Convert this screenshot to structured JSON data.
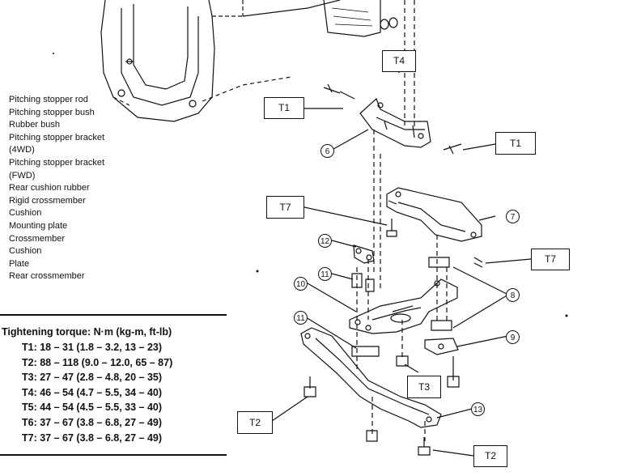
{
  "legend": [
    "Pitching stopper rod",
    "Pitching stopper bush",
    "Rubber bush",
    "Pitching stopper bracket",
    "(4WD)",
    "Pitching stopper bracket",
    "(FWD)",
    "Rear cushion rubber",
    "Rigid crossmember",
    "Cushion",
    "Mounting plate",
    "Crossmember",
    "Cushion",
    "Plate",
    "Rear crossmember"
  ],
  "torque": {
    "title": "Tightening torque: N·m (kg-m, ft-lb)",
    "rows": [
      "T1: 18 – 31 (1.8 – 3.2, 13 – 23)",
      "T2: 88 – 118 (9.0 – 12.0, 65 – 87)",
      "T3: 27 – 47 (2.8 – 4.8, 20 – 35)",
      "T4: 46 – 54 (4.7 – 5.5, 34 – 40)",
      "T5: 44 – 54 (4.5 – 5.5, 33 – 40)",
      "T6: 37 – 67 (3.8 – 6.8, 27 – 49)",
      "T7: 37 – 67 (3.8 – 6.8, 27 – 49)"
    ]
  },
  "torque_labels": {
    "t4": "T4",
    "t1_left": "T1",
    "t1_right": "T1",
    "t7_left": "T7",
    "t7_right": "T7",
    "t3": "T3",
    "t2_left": "T2",
    "t2_bottom": "T2"
  },
  "parts": {
    "p6": "6",
    "p7": "7",
    "p8": "8",
    "p9": "9",
    "p10": "10",
    "p11a": "11",
    "p11b": "11",
    "p12": "12",
    "p13": "13"
  }
}
